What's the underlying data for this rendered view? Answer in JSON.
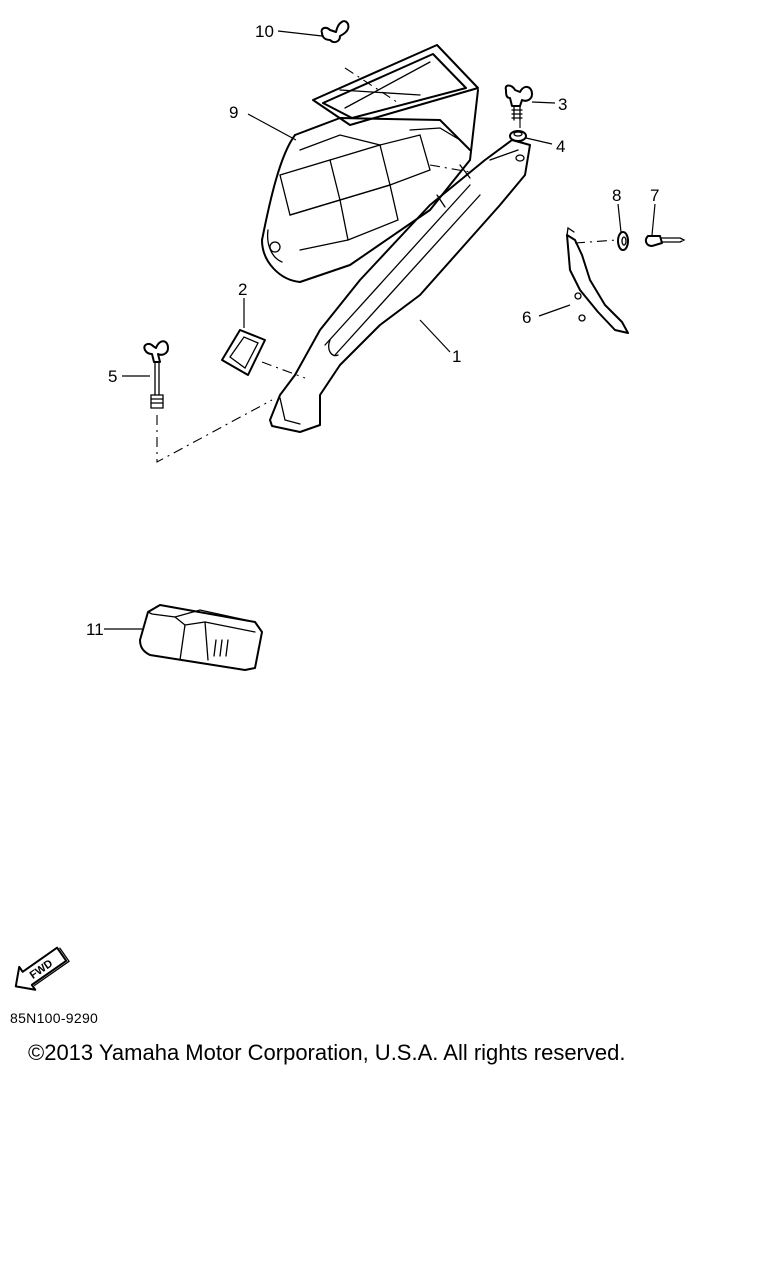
{
  "diagram": {
    "callouts": [
      {
        "id": "1",
        "text": "1"
      },
      {
        "id": "2",
        "text": "2"
      },
      {
        "id": "3",
        "text": "3"
      },
      {
        "id": "4",
        "text": "4"
      },
      {
        "id": "5",
        "text": "5"
      },
      {
        "id": "6",
        "text": "6"
      },
      {
        "id": "7",
        "text": "7"
      },
      {
        "id": "8",
        "text": "8"
      },
      {
        "id": "9",
        "text": "9"
      },
      {
        "id": "10",
        "text": "10"
      },
      {
        "id": "11",
        "text": "11"
      }
    ],
    "direction_arrow": "FWD"
  },
  "footer": {
    "code": "85N100-9290",
    "copyright": "©2013 Yamaha Motor Corporation, U.S.A. All rights reserved."
  }
}
